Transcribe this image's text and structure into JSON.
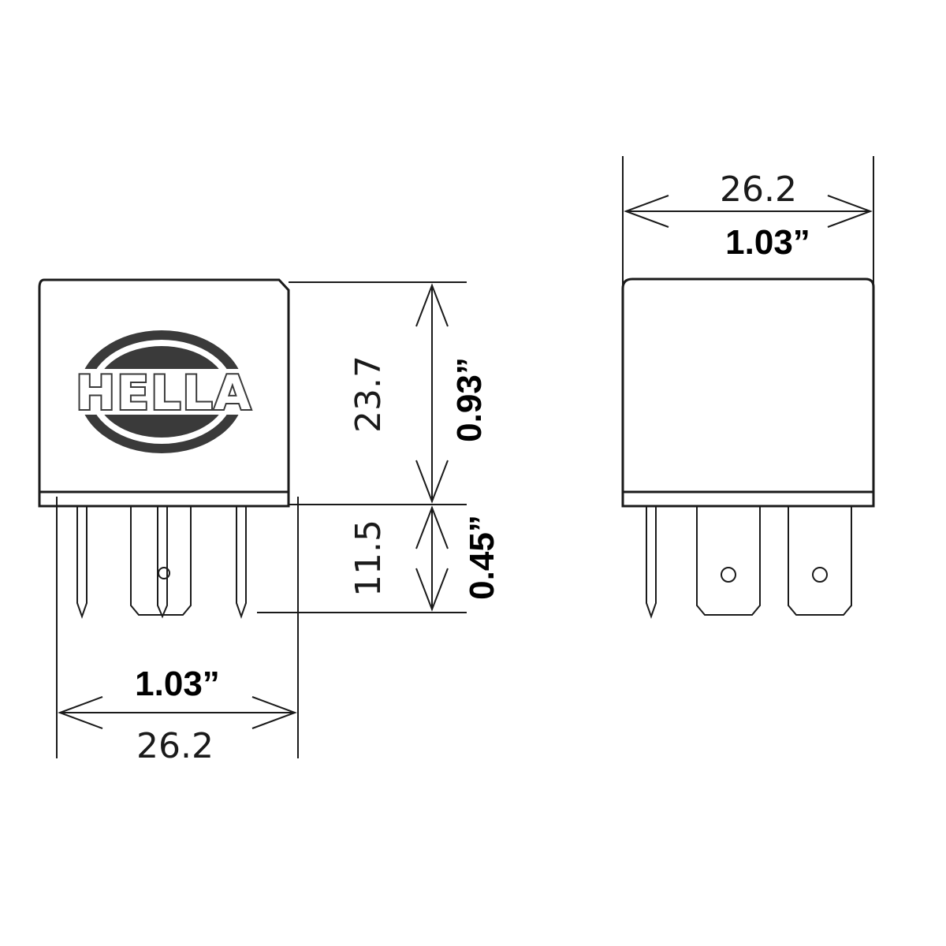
{
  "brand": {
    "logo_text": "HELLA",
    "logo_fill": "#3a3a3a"
  },
  "front_view": {
    "width": {
      "mm": "26.2",
      "inch": "1.03”"
    },
    "body_height": {
      "mm": "23.7",
      "inch": "0.93”"
    },
    "pin_length": {
      "mm": "11.5",
      "inch": "0.45”"
    }
  },
  "side_view": {
    "width": {
      "mm": "26.2",
      "inch": "1.03”"
    }
  },
  "colors": {
    "line": "#1a1a1a",
    "background": "#ffffff"
  }
}
